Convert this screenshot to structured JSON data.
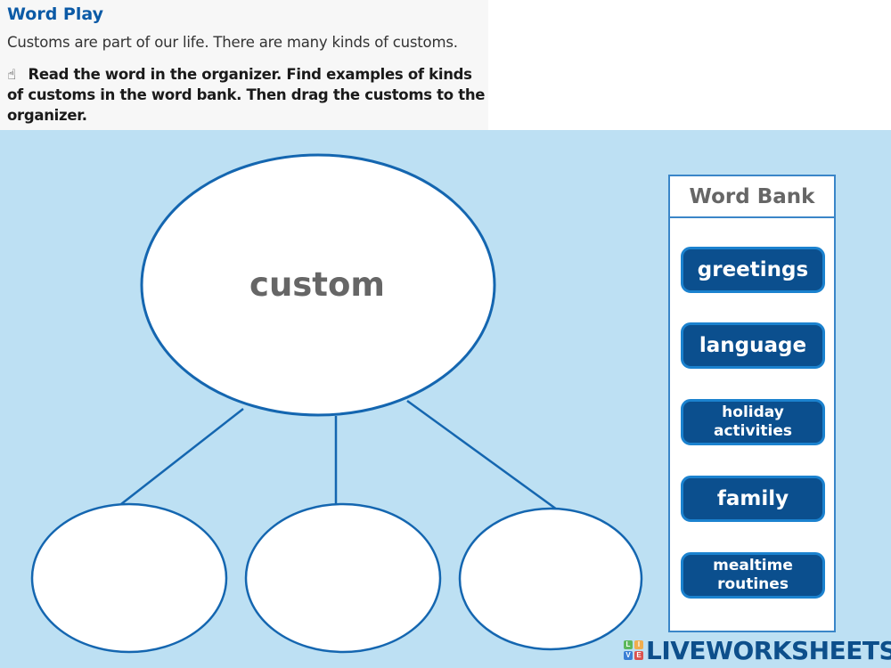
{
  "header": {
    "title": "Word Play",
    "intro": "Customs are part of our life. There are many kinds of customs.",
    "instruction_icon": "hand-pointer-icon",
    "instruction_icon_glyph": "☝",
    "instruction": "Read the word in the organizer. Find examples of kinds of customs in the word bank. Then drag the customs to the organizer."
  },
  "organizer": {
    "center_word": "custom",
    "drop_zones": [
      "",
      "",
      ""
    ]
  },
  "word_bank": {
    "title": "Word Bank",
    "items": [
      {
        "label": "greetings"
      },
      {
        "label": "language"
      },
      {
        "label": "holiday\nactivities"
      },
      {
        "label": "family"
      },
      {
        "label": "mealtime\nroutines"
      }
    ]
  },
  "branding": {
    "logo_letters": [
      "L",
      "I",
      "V",
      "E"
    ],
    "logo_colors": [
      "#5cb85c",
      "#f0ad4e",
      "#3a7fd5",
      "#d9534f"
    ],
    "name": "LIVEWORKSHEETS"
  },
  "colors": {
    "background": "#bde0f3",
    "outline": "#1466b0",
    "chip_fill": "#0b4f8e",
    "chip_border": "#1b82cf",
    "title": "#0b5aa6"
  }
}
